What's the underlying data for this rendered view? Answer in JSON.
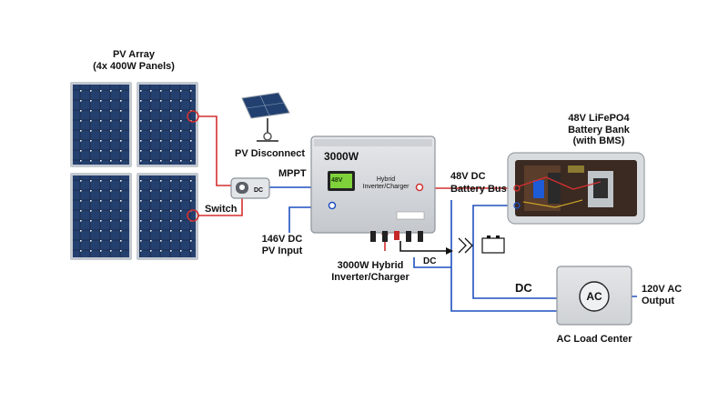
{
  "labels": {
    "pv_array_title": "PV Array",
    "pv_array_subtitle": "(4x 400W Panels)",
    "pv_disconnect": "PV Disconnect",
    "mppt": "MPPT",
    "dc_switch_text": "DC",
    "switch": "Switch",
    "inverter_rating": "3000W",
    "inverter_face_line1": "Hybrid",
    "inverter_face_line2": "Inverter/Charger",
    "display_readout": "48V",
    "battery_bus_line1": "48V DC",
    "battery_bus_line2": "Battery Bus",
    "battery_title_line1": "48V LiFePO4",
    "battery_title_line2": "Battery Bank",
    "battery_title_line3": "(with BMS)",
    "pv_input_line1": "146V DC",
    "pv_input_line2": "PV Input",
    "inverter_caption_line1": "3000W Hybrid",
    "inverter_caption_line2": "Inverter/Charger",
    "dc_small": "DC",
    "dc_large": "DC",
    "ac_symbol": "AC",
    "ac_output_line1": "120V AC",
    "ac_output_line2": "Output",
    "ac_load_center": "AC Load Center"
  },
  "colors": {
    "dc_positive_wire": "#d32f2f",
    "dc_negative_wire": "#1f4fbf",
    "panel_cell": "#1c2f52",
    "panel_frame": "#b9c0c8",
    "inverter_body": "#d4d8dc",
    "display_green": "#7fd23a",
    "ac_box": "#d9dcdf"
  },
  "icons": [
    "solar-panel-icon",
    "dc-switch-icon",
    "battery-icon",
    "ac-source-icon",
    "arrow-right-icon"
  ]
}
